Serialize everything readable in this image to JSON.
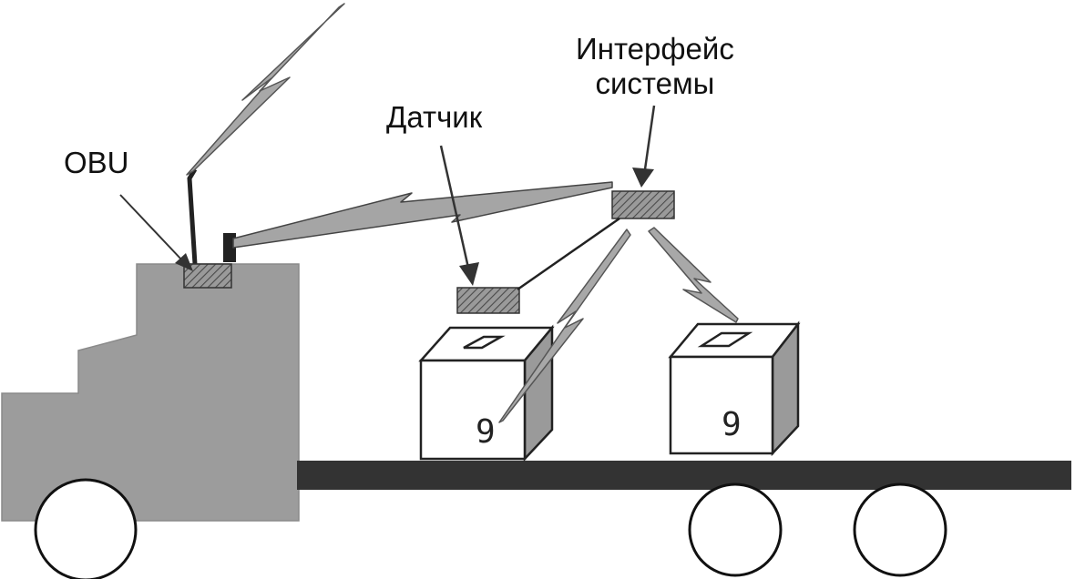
{
  "labels": {
    "obu": "OBU",
    "sensor": "Датчик",
    "interface_line1": "Интерфейс",
    "interface_line2": "системы"
  },
  "containers": [
    {
      "digit": "9"
    },
    {
      "digit": "9"
    }
  ],
  "colors": {
    "truck": "#9c9c9c",
    "platform": "#333333",
    "hatched_module": "#8a8a8a",
    "lightning": "#a5a5a5",
    "outline": "#222222"
  }
}
